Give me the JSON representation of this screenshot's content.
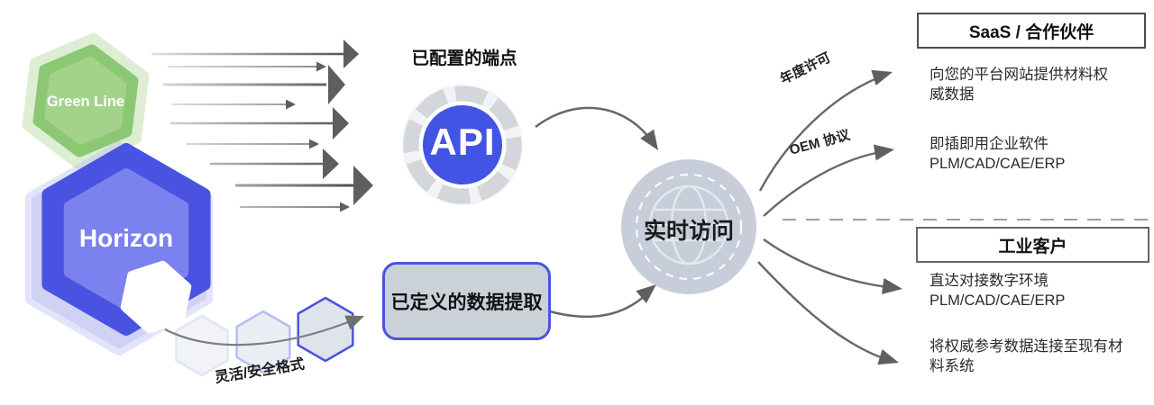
{
  "colors": {
    "accent-blue": "#4a53e1",
    "inner-blue": "#7b81ee",
    "glow-blue": "#b4b8f0",
    "green-mid": "#8cc873",
    "green-inner": "#a3d28b",
    "green-glow": "#d6eacb",
    "api-blue": "#4254e3",
    "gear-gray": "#d3d7db",
    "hub-gray": "#c7ceda",
    "box-gray": "#cbd1d8",
    "arrow-gray": "#666666"
  },
  "sources": {
    "green": "Green Line",
    "horizon": "Horizon"
  },
  "api": {
    "title": "已配置的端点",
    "badge": "API"
  },
  "extraction": {
    "label": "已定义的数据提取"
  },
  "formats_label": "灵活/安全格式",
  "hub": {
    "label": "实时访问"
  },
  "branch_labels": {
    "annual_license": "年度许可",
    "oem": "OEM 协议"
  },
  "saas": {
    "header": "SaaS / 合作伙伴",
    "item1": [
      "向您的平台网站提供材料权",
      "威数据"
    ],
    "item2": [
      "即插即用企业软件",
      "PLM/CAD/CAE/ERP"
    ]
  },
  "industrial": {
    "header": "工业客户",
    "item1": [
      "直达对接数字环境",
      "PLM/CAD/CAE/ERP"
    ],
    "item2": [
      "将权威参考数据连接至现有材",
      "料系统"
    ]
  }
}
